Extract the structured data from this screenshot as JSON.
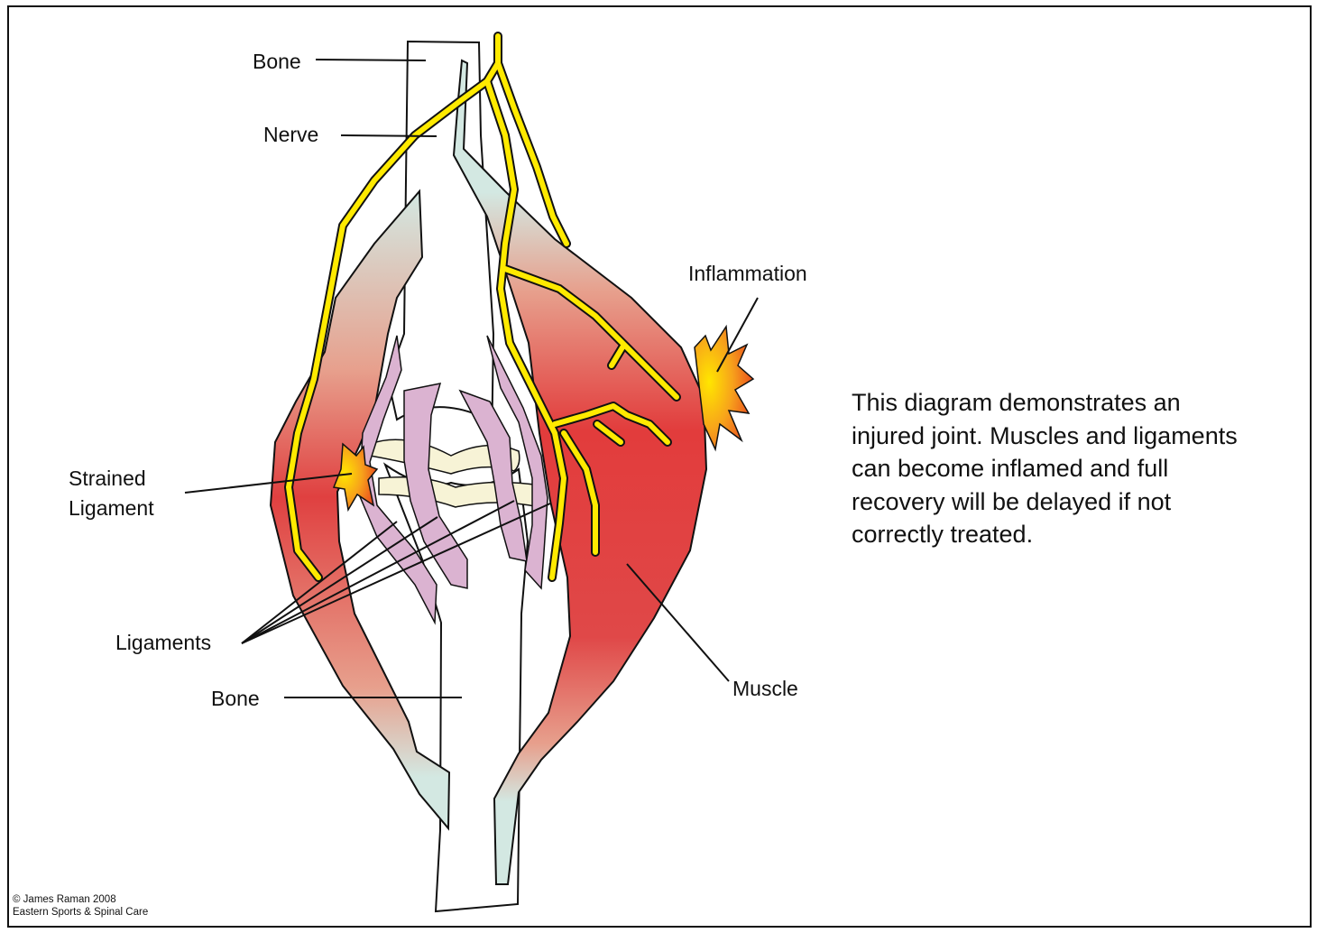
{
  "labels": {
    "bone_top": "Bone",
    "nerve": "Nerve",
    "inflammation": "Inflammation",
    "strained_ligament_line1": "Strained",
    "strained_ligament_line2": "Ligament",
    "ligaments": "Ligaments",
    "muscle": "Muscle",
    "bone_bottom": "Bone"
  },
  "description": {
    "lines": [
      "This diagram demonstrates an",
      "injured joint. Muscles and ligaments",
      "can become inflamed and full",
      "recovery will be delayed if not",
      "correctly treated."
    ]
  },
  "copyright": {
    "line1": "© James Raman 2008",
    "line2": "Eastern Sports & Spinal Care"
  },
  "colors": {
    "muscle_red": "#e23c3c",
    "muscle_pink": "#e7a08d",
    "tendon_teal": "#d3e8e2",
    "ligament_lilac": "#dbb3d1",
    "cartilage_cream": "#f7f3d6",
    "nerve_yellow": "#ffea00",
    "inflammation_orange": "#f7941d"
  }
}
